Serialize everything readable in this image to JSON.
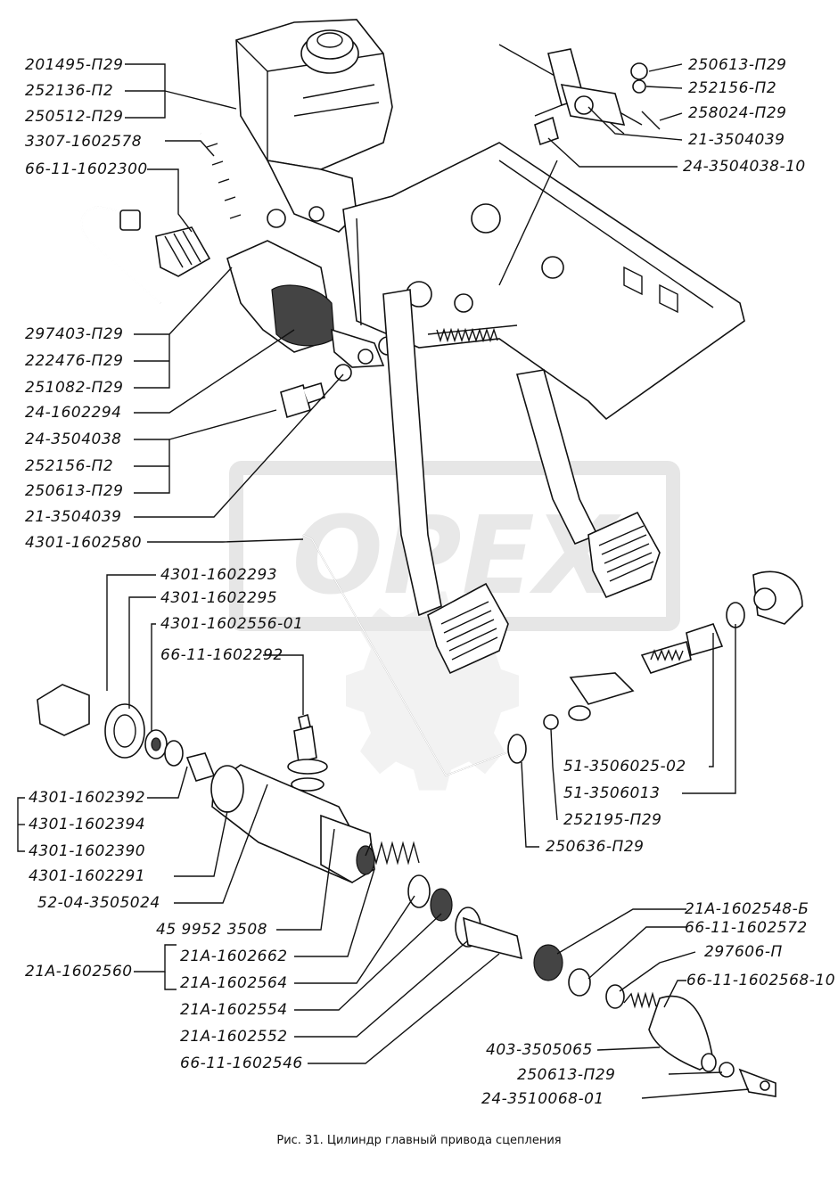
{
  "caption": "Рис. 31. Цилиндр главный привода сцепления",
  "watermark": "OPEX",
  "labels_left_top": [
    "201495-П29",
    "252136-П2",
    "250512-П29",
    "3307-1602578",
    "66-11-1602300"
  ],
  "labels_left_mid": [
    "297403-П29",
    "222476-П29",
    "251082-П29",
    "24-1602294",
    "24-3504038",
    "252156-П2",
    "250613-П29",
    "21-3504039",
    "4301-1602580"
  ],
  "labels_left_lower": [
    "4301-1602293",
    "4301-1602295",
    "4301-1602556-01",
    "66-11-1602292"
  ],
  "labels_left_bottom": [
    "4301-1602392",
    "4301-1602394",
    "4301-1602390",
    "4301-1602291",
    "52-04-3505024",
    "45 9952 3508",
    "21А-1602560",
    "21А-1602662",
    "21А-1602564",
    "21А-1602554",
    "21А-1602552",
    "66-11-1602546"
  ],
  "labels_right_top": [
    "250613-П29",
    "252156-П2",
    "258024-П29",
    "21-3504039",
    "24-3504038-10"
  ],
  "labels_right_mid": [
    "51-3506025-02",
    "51-3506013",
    "252195-П29",
    "250636-П29"
  ],
  "labels_right_bottom": [
    "21А-1602548-Б",
    "66-11-1602572",
    "297606-П",
    "66-11-1602568-10",
    "403-3505065",
    "250613-П29",
    "24-3510068-01"
  ]
}
